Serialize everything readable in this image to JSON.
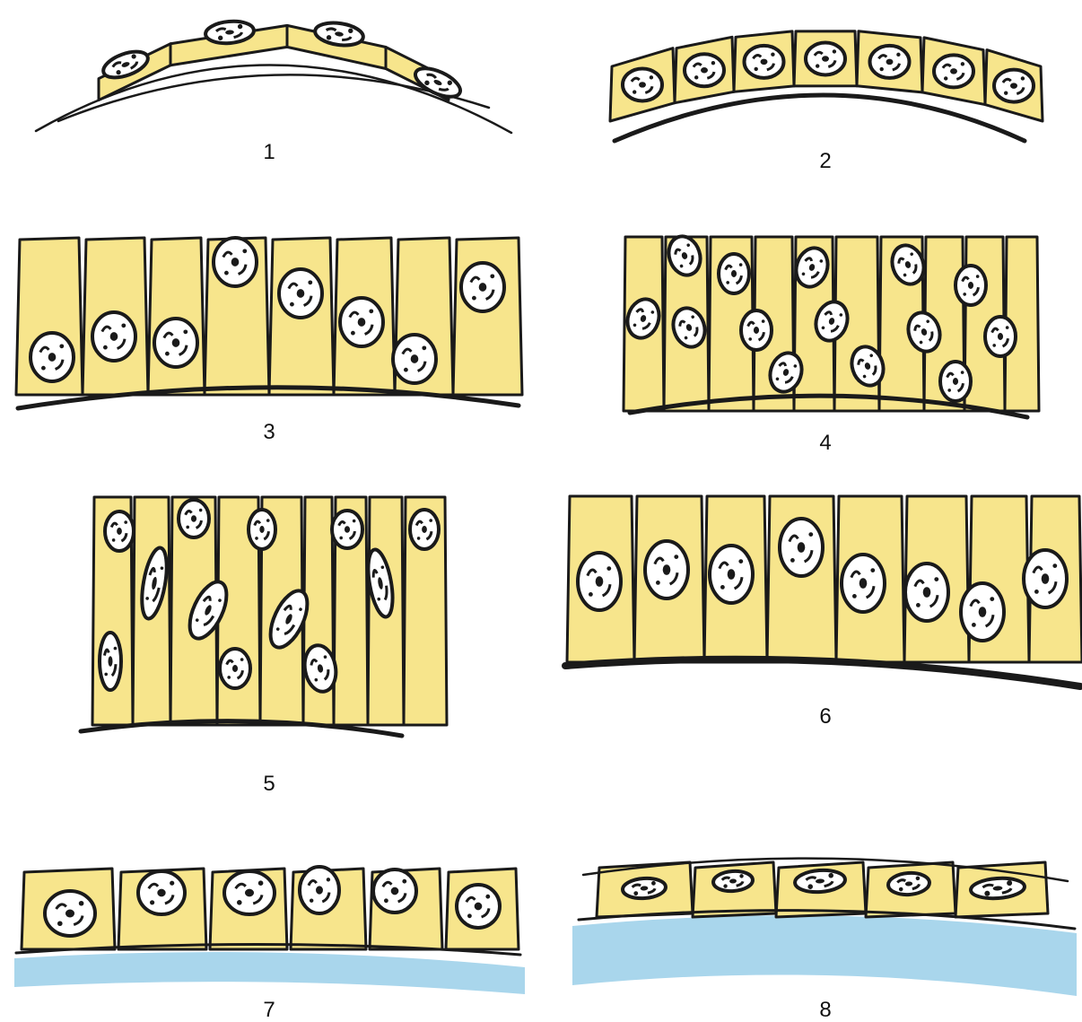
{
  "colors": {
    "cytoplasm": "#f7e58c",
    "outline": "#1a1a1a",
    "nucleus_fill": "#ffffff",
    "connective_tissue": "#a9d6ec",
    "background": "#ffffff"
  },
  "panels": [
    {
      "label": "1"
    },
    {
      "label": "2"
    },
    {
      "label": "3"
    },
    {
      "label": "4"
    },
    {
      "label": "5"
    },
    {
      "label": "6"
    },
    {
      "label": "7"
    },
    {
      "label": "8"
    }
  ]
}
